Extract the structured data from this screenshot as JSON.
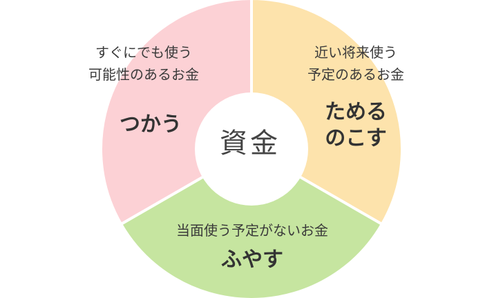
{
  "center": {
    "label": "資金"
  },
  "segments": [
    {
      "id": "spend",
      "desc": [
        "すぐにでも使う",
        "可能性のあるお金"
      ],
      "verb": "つかう",
      "color": "#fcd1d5"
    },
    {
      "id": "save",
      "desc": [
        "近い将来使う",
        "予定のあるお金"
      ],
      "verb": [
        "ためる",
        "のこす"
      ],
      "color": "#fde3ac"
    },
    {
      "id": "grow",
      "desc": [
        "当面使う予定がないお金"
      ],
      "verb": "ふやす",
      "color": "#c6e5a0"
    }
  ]
}
